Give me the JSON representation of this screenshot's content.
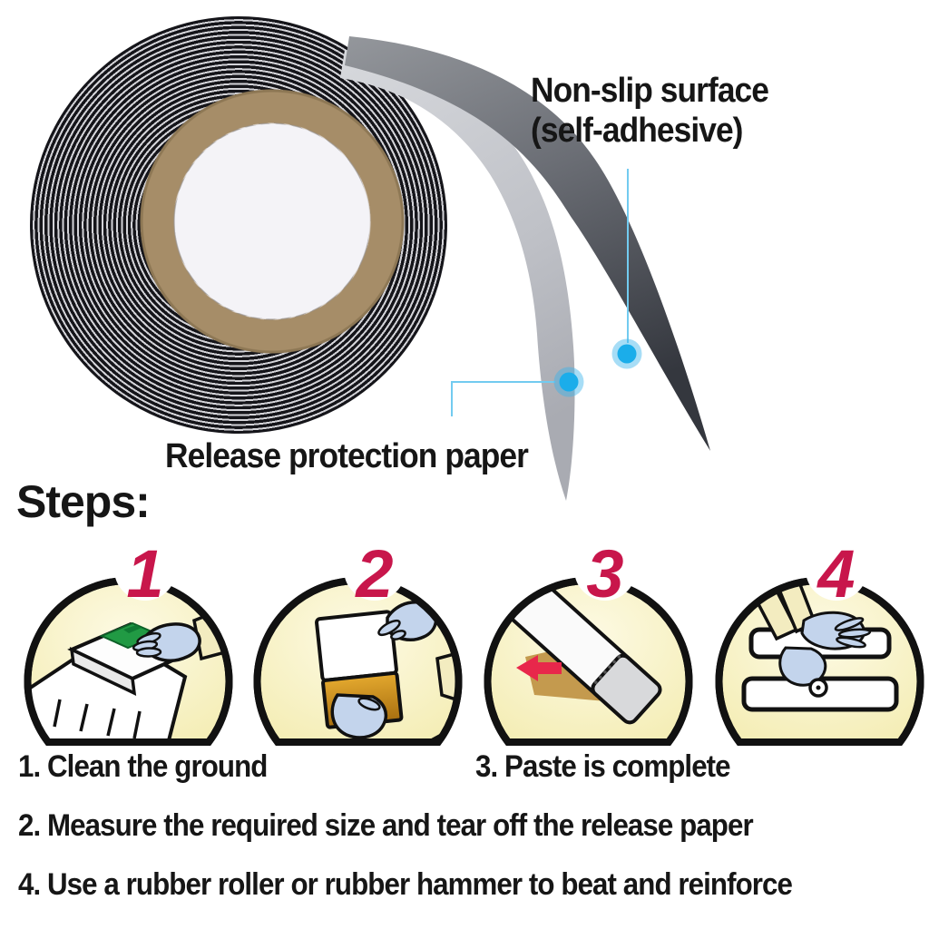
{
  "product_photo": {
    "labels": {
      "nonslip_line1": "Non-slip surface",
      "nonslip_line2": "(self-adhesive)",
      "release_paper": "Release protection paper"
    },
    "callout_color": "#1badea"
  },
  "steps_section": {
    "heading": "Steps:",
    "number_color": "#c8164b",
    "accent_colors": {
      "dome_fill": "#f7f2c6",
      "glove_blue": "#c3d4ec",
      "adhesive_amber": "#cf8a1d",
      "brush_green": "#219a44",
      "arrow_red": "#e8274b",
      "wedge_tan": "#c49a4e"
    },
    "items": [
      {
        "number": "1",
        "caption": "1. Clean the ground"
      },
      {
        "number": "2",
        "caption": "2. Measure the required size and tear off the release paper"
      },
      {
        "number": "3",
        "caption": "3. Paste is complete"
      },
      {
        "number": "4",
        "caption": "4. Use a rubber roller or rubber hammer to beat and reinforce"
      }
    ]
  }
}
